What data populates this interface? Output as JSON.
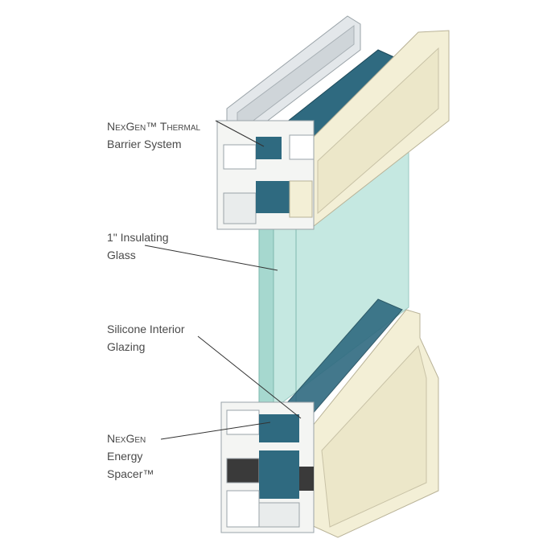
{
  "labels": {
    "thermal_barrier": {
      "line1": "NexGen™ Thermal",
      "line2": "Barrier System"
    },
    "insulating_glass": {
      "line1": "1\" Insulating",
      "line2": "Glass"
    },
    "silicone_glazing": {
      "line1": "Silicone Interior",
      "line2": "Glazing"
    },
    "energy_spacer": {
      "line1": "NexGen",
      "line2": "Energy",
      "line3": "Spacer™"
    }
  },
  "colors": {
    "cream": "#f3efd6",
    "aluminum": "#dfe3e6",
    "thermal_blue": "#2f6a80",
    "glass": "#bfe6de"
  }
}
